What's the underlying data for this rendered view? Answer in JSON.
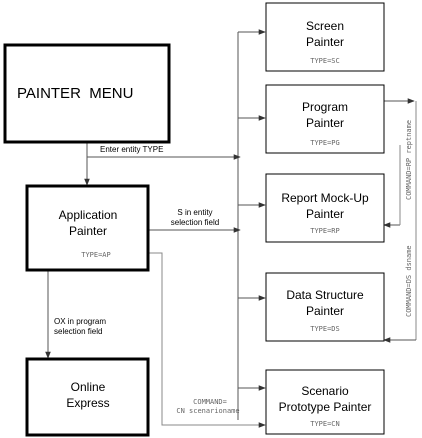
{
  "menu": {
    "title": "PAINTER  MENU"
  },
  "screen": {
    "line1": "Screen",
    "line2": "Painter",
    "type": "TYPE=SC"
  },
  "program": {
    "line1": "Program",
    "line2": "Painter",
    "type": "TYPE=PG"
  },
  "report": {
    "line1": "Report Mock-Up",
    "line2": "Painter",
    "type": "TYPE=RP"
  },
  "datastructure": {
    "line1": "Data Structure",
    "line2": "Painter",
    "type": "TYPE=DS"
  },
  "scenario": {
    "line1": "Scenario",
    "line2": "Prototype Painter",
    "type": "TYPE=CN"
  },
  "application": {
    "line1": "Application",
    "line2": "Painter",
    "type": "TYPE=AP"
  },
  "online": {
    "line1": "Online",
    "line2": "Express"
  },
  "labels": {
    "enter_type": "Enter entity TYPE",
    "s_entity_1": "S in entity",
    "s_entity_2": "selection field",
    "ox_1": "OX in program",
    "ox_2": "selection field",
    "cn_1": "COMMAND=",
    "cn_2": "CN scenarioname",
    "rp_cmd": "COMMAND=RP reptname",
    "ds_cmd": "COMMAND=DS dsname"
  },
  "colors": {
    "line": "#555555",
    "text": "#000000",
    "mono": "#666666"
  }
}
